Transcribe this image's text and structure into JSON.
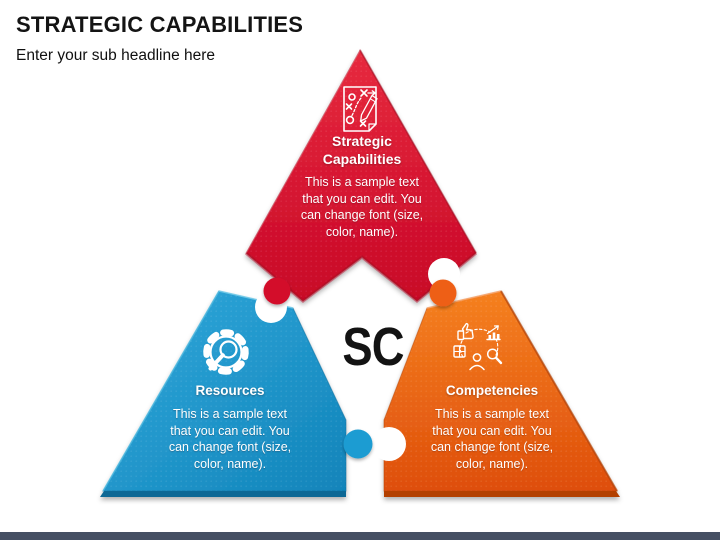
{
  "slide": {
    "title": "STRATEGIC CAPABILITIES",
    "subtitle": "Enter your sub headline here",
    "center_label": "SC",
    "footer_bar_color": "#454F63"
  },
  "pieces": [
    {
      "id": "strategic-capabilities",
      "label": "Strategic Capabilities",
      "color": "#D30B2C",
      "icon": "strategy-plan-icon",
      "description_lines": [
        "This is a sample text",
        "that you can edit. You",
        "can change font (size,",
        "color, name)."
      ]
    },
    {
      "id": "resources",
      "label": "Resources",
      "color": "#1E9CD2",
      "icon": "gear-magnifier-icon",
      "description_lines": [
        "This is a sample text",
        "that you can edit. You",
        "can change font (size,",
        "color, name)."
      ]
    },
    {
      "id": "competencies",
      "label": "Competencies",
      "color": "#EE5F17",
      "icon": "skills-cluster-icon",
      "description_lines": [
        "This is a sample text",
        "that you can edit. You",
        "can change font (size,",
        "color, name)."
      ]
    }
  ]
}
